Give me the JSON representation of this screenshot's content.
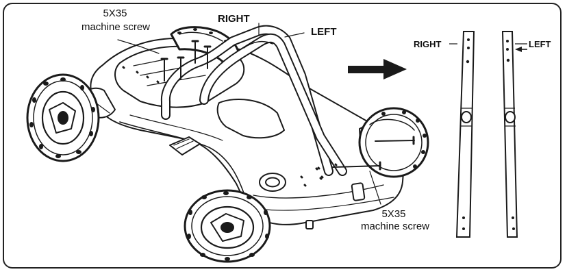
{
  "labels": {
    "screw_top_size": "5X35",
    "screw_top_name": "machine screw",
    "car_right": "RIGHT",
    "car_left": "LEFT",
    "screw_bottom_size": "5X35",
    "screw_bottom_name": "machine screw",
    "bar_right": "RIGHT",
    "bar_left": "LEFT"
  },
  "colors": {
    "line": "#1a1a1a",
    "fill": "#ffffff",
    "shade": "#d9d9d9"
  }
}
